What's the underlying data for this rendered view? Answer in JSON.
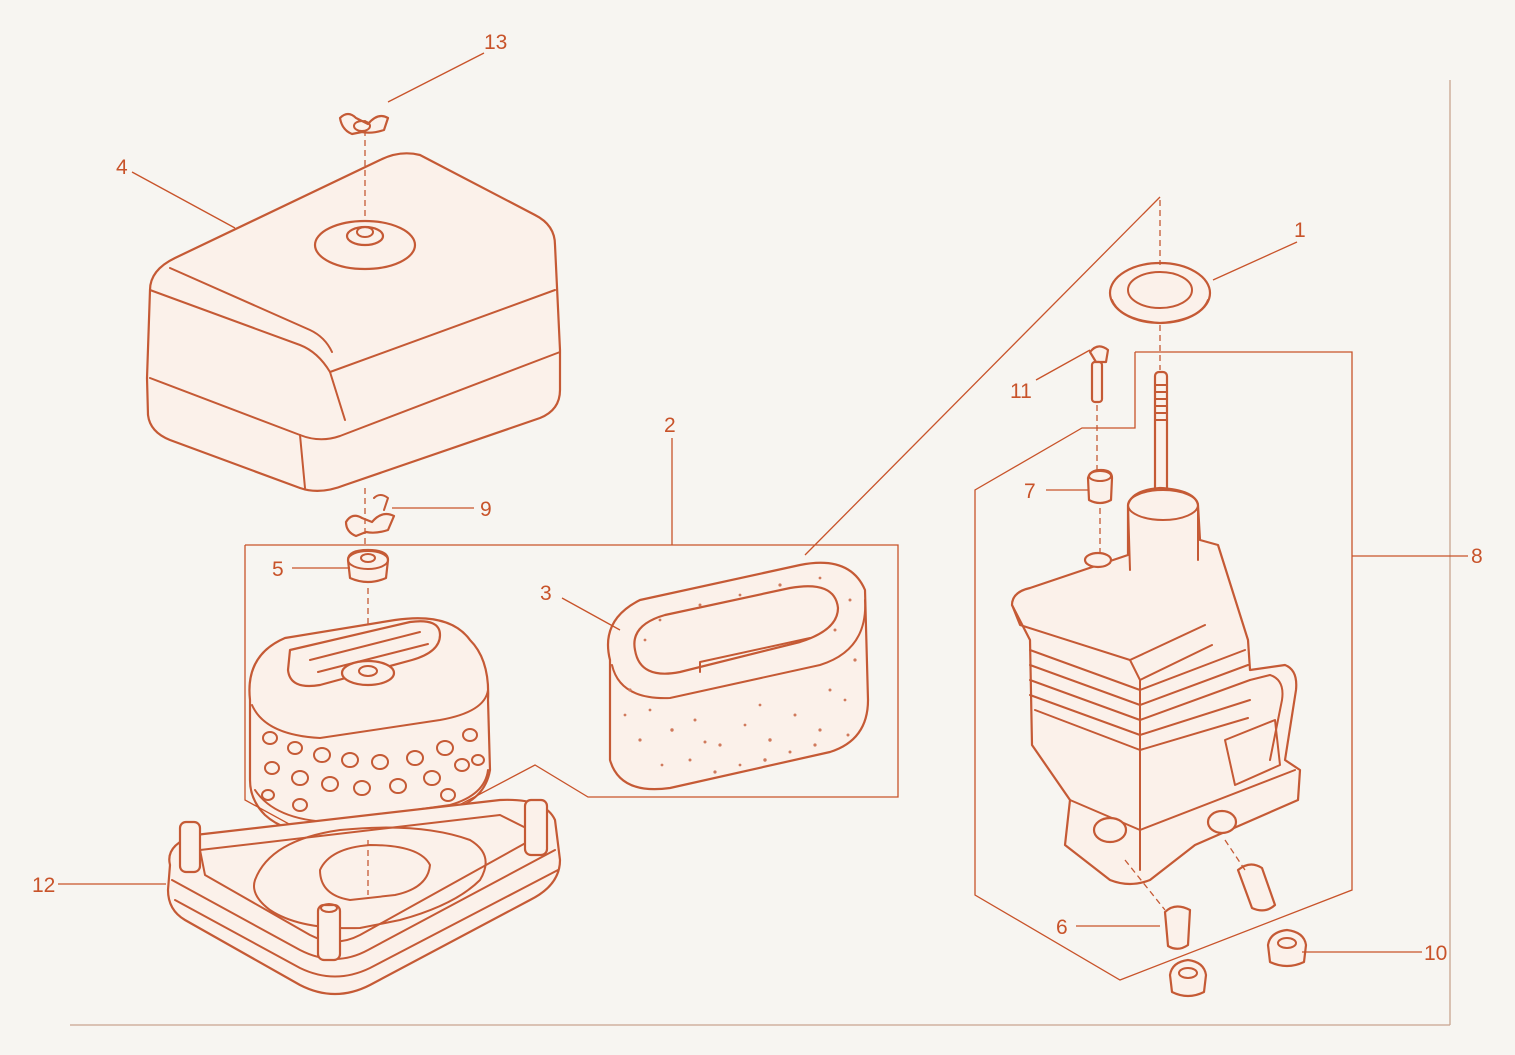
{
  "diagram": {
    "callouts": [
      {
        "id": "c1",
        "text": "1"
      },
      {
        "id": "c2",
        "text": "2"
      },
      {
        "id": "c3",
        "text": "3"
      },
      {
        "id": "c4",
        "text": "4"
      },
      {
        "id": "c5",
        "text": "5"
      },
      {
        "id": "c6",
        "text": "6"
      },
      {
        "id": "c7",
        "text": "7"
      },
      {
        "id": "c8",
        "text": "8"
      },
      {
        "id": "c9",
        "text": "9"
      },
      {
        "id": "c10",
        "text": "10"
      },
      {
        "id": "c11",
        "text": "11"
      },
      {
        "id": "c12",
        "text": "12"
      },
      {
        "id": "c13",
        "text": "13"
      }
    ],
    "colors": {
      "line": "#c8532a",
      "background": "#f7f5f1",
      "fill": "#fbf1ea"
    }
  }
}
